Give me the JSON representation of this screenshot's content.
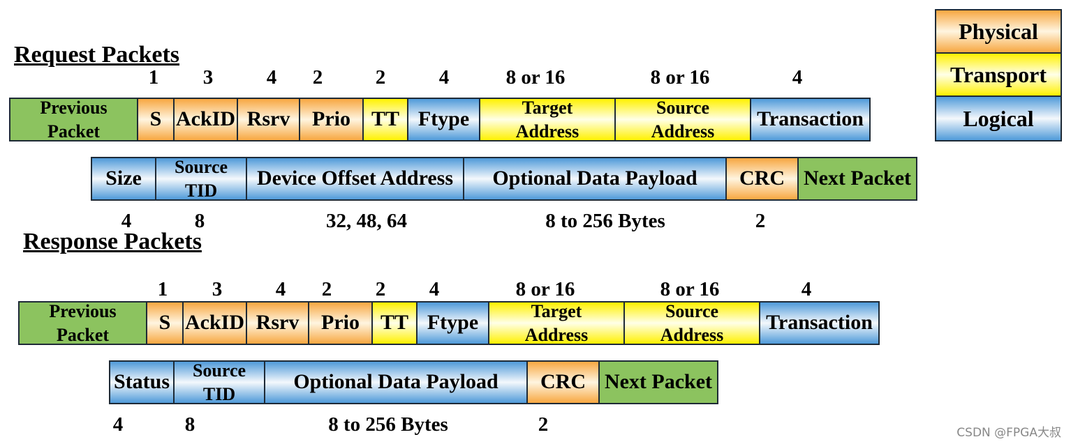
{
  "legend": {
    "physical": "Physical",
    "transport": "Transport",
    "logical": "Logical"
  },
  "request": {
    "title": "Request Packets",
    "row1_sizes": [
      "1",
      "3",
      "4",
      "2",
      "2",
      "4",
      "8 or 16",
      "8 or 16",
      "4"
    ],
    "row1_fields": [
      {
        "lines": [
          "Previous",
          "Packet"
        ],
        "layer": "none"
      },
      {
        "lines": [
          "S"
        ],
        "layer": "physical"
      },
      {
        "lines": [
          "AckID"
        ],
        "layer": "physical"
      },
      {
        "lines": [
          "Rsrv"
        ],
        "layer": "physical"
      },
      {
        "lines": [
          "Prio"
        ],
        "layer": "physical"
      },
      {
        "lines": [
          "TT"
        ],
        "layer": "transport"
      },
      {
        "lines": [
          "Ftype"
        ],
        "layer": "logical"
      },
      {
        "lines": [
          "Target",
          "Address"
        ],
        "layer": "transport"
      },
      {
        "lines": [
          "Source",
          "Address"
        ],
        "layer": "transport"
      },
      {
        "lines": [
          "Transaction"
        ],
        "layer": "logical"
      }
    ],
    "row2_fields": [
      {
        "lines": [
          "Size"
        ],
        "layer": "logical"
      },
      {
        "lines": [
          "Source",
          "TID"
        ],
        "layer": "logical"
      },
      {
        "lines": [
          "Device Offset Address"
        ],
        "layer": "logical"
      },
      {
        "lines": [
          "Optional Data Payload"
        ],
        "layer": "logical"
      },
      {
        "lines": [
          "CRC"
        ],
        "layer": "physical"
      },
      {
        "lines": [
          "Next Packet"
        ],
        "layer": "none"
      }
    ],
    "row2_sizes": [
      "4",
      "8",
      "32, 48, 64",
      "8 to 256 Bytes",
      "2"
    ]
  },
  "response": {
    "title": "Response Packets",
    "row1_sizes": [
      "1",
      "3",
      "4",
      "2",
      "2",
      "4",
      "8 or 16",
      "8 or 16",
      "4"
    ],
    "row1_fields": [
      {
        "lines": [
          "Previous",
          "Packet"
        ],
        "layer": "none"
      },
      {
        "lines": [
          "S"
        ],
        "layer": "physical"
      },
      {
        "lines": [
          "AckID"
        ],
        "layer": "physical"
      },
      {
        "lines": [
          "Rsrv"
        ],
        "layer": "physical"
      },
      {
        "lines": [
          "Prio"
        ],
        "layer": "physical"
      },
      {
        "lines": [
          "TT"
        ],
        "layer": "transport"
      },
      {
        "lines": [
          "Ftype"
        ],
        "layer": "logical"
      },
      {
        "lines": [
          "Target",
          "Address"
        ],
        "layer": "transport"
      },
      {
        "lines": [
          "Source",
          "Address"
        ],
        "layer": "transport"
      },
      {
        "lines": [
          "Transaction"
        ],
        "layer": "logical"
      }
    ],
    "row2_fields": [
      {
        "lines": [
          "Status"
        ],
        "layer": "logical"
      },
      {
        "lines": [
          "Source",
          "TID"
        ],
        "layer": "logical"
      },
      {
        "lines": [
          "Optional Data Payload"
        ],
        "layer": "logical"
      },
      {
        "lines": [
          "CRC"
        ],
        "layer": "physical"
      },
      {
        "lines": [
          "Next Packet"
        ],
        "layer": "none"
      }
    ],
    "row2_sizes": [
      "4",
      "8",
      "8 to 256 Bytes",
      "2"
    ]
  },
  "watermark": "CSDN @FPGA大叔"
}
